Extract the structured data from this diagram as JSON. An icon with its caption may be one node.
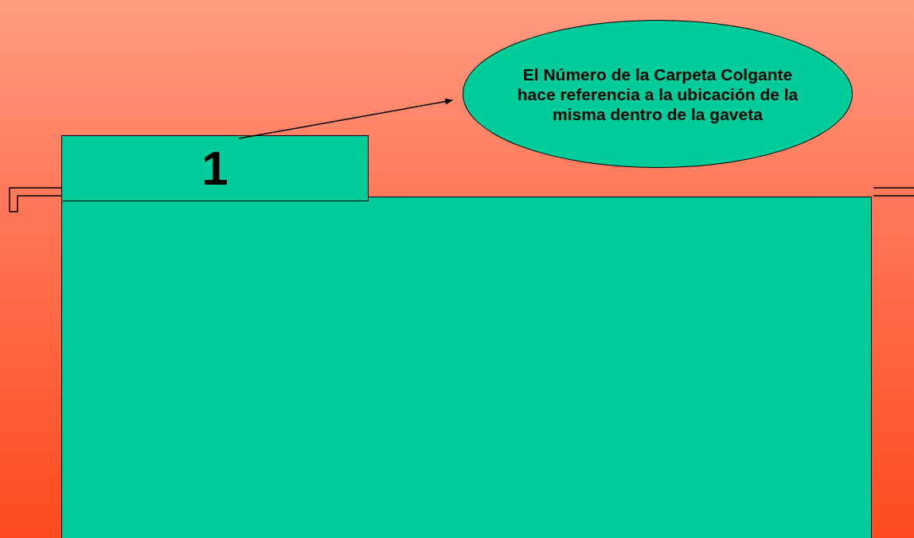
{
  "diagram": {
    "nodes": [
      {
        "text": [
          "1"
        ]
      },
      {
        "text": [
          "El Número de la Carpeta Colgante hace referencia a la ubicación de la misma dentro de la gaveta"
        ]
      },
      {
        "text": [],
        "shape": "box"
      }
    ],
    "edges": [
      {
        "from": 0,
        "to": 1,
        "arrow": "to"
      }
    ]
  }
}
